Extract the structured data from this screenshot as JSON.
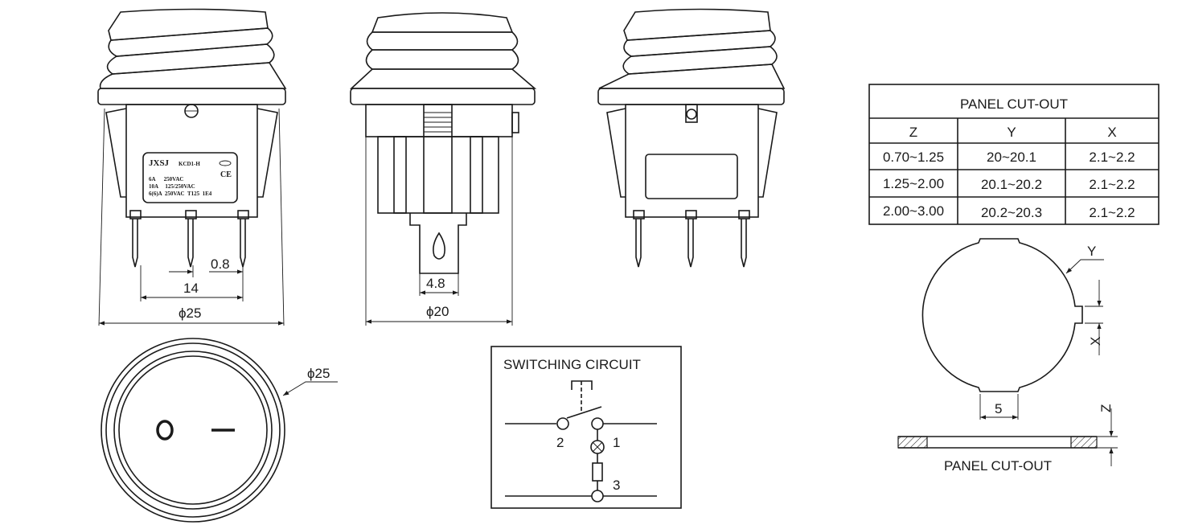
{
  "front_view": {
    "label_brand": "JXSJ",
    "label_model": "KCD1-H",
    "label_cert": "CE",
    "label_line1": "6A      250VAC",
    "label_line2": "10A     125/250VAC",
    "label_line3": "6(6)A  250VAC  T125  1E4",
    "dim_pin_width": "0.8",
    "dim_pin_pitch": "14",
    "dim_diameter": "ϕ25"
  },
  "side_view": {
    "dim_tab_width": "4.8",
    "dim_diameter": "ϕ20"
  },
  "bottom_view": {
    "dim_diameter": "ϕ25"
  },
  "switching_circuit": {
    "title": "SWITCHING CIRCUIT",
    "terminal_2": "2",
    "terminal_1": "1",
    "terminal_3": "3"
  },
  "panel_table": {
    "title": "PANEL CUT-OUT",
    "headers": [
      "Z",
      "Y",
      "X"
    ],
    "rows": [
      [
        "0.70~1.25",
        "20~20.1",
        "2.1~2.2"
      ],
      [
        "1.25~2.00",
        "20.1~20.2",
        "2.1~2.2"
      ],
      [
        "2.00~3.00",
        "20.2~20.3",
        "2.1~2.2"
      ]
    ]
  },
  "cutout": {
    "label_y": "Y",
    "label_x": "X",
    "label_z": "Z",
    "dim_flat": "5",
    "caption": "PANEL CUT-OUT"
  }
}
